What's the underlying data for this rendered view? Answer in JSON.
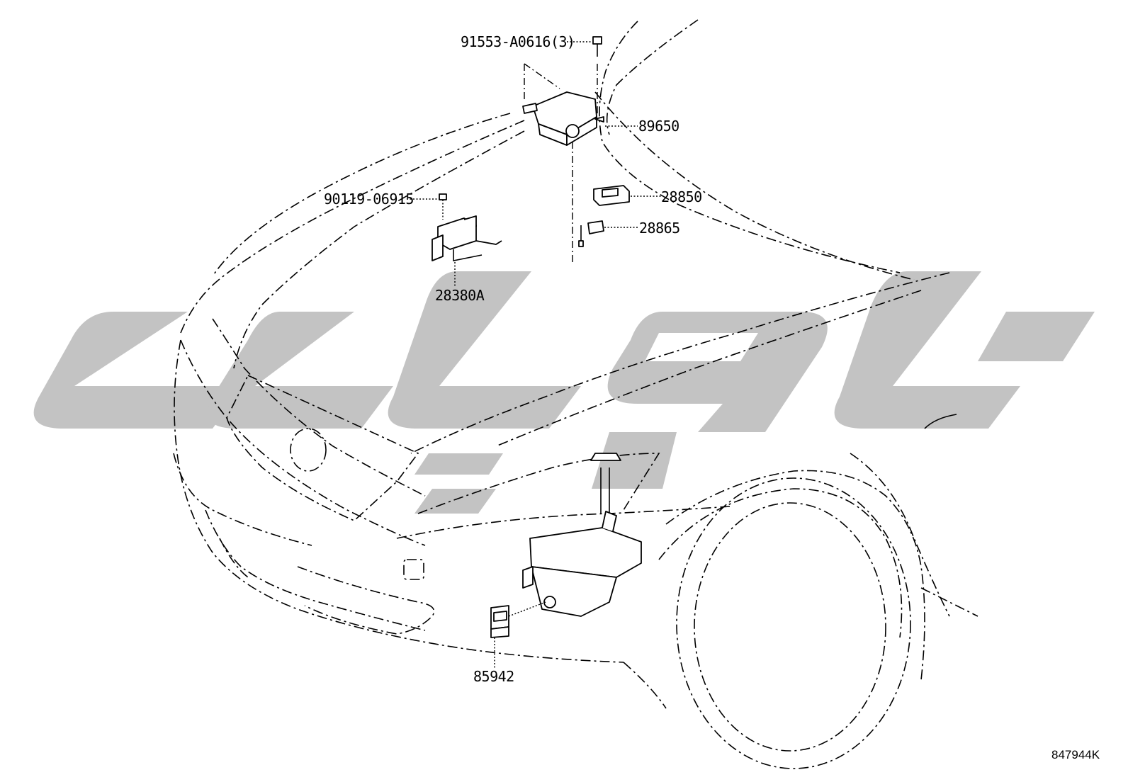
{
  "diagram_code": "847944K",
  "callouts": [
    {
      "id": "c1",
      "part_number": "91553-A0616(3)"
    },
    {
      "id": "c2",
      "part_number": "89650"
    },
    {
      "id": "c3",
      "part_number": "90119-06915"
    },
    {
      "id": "c4",
      "part_number": "28850"
    },
    {
      "id": "c5",
      "part_number": "28865"
    },
    {
      "id": "c6",
      "part_number": "28380A"
    },
    {
      "id": "c7",
      "part_number": "85942"
    }
  ],
  "watermark": {
    "color": "#c3c3c3"
  },
  "colors": {
    "line": "#000000",
    "background": "#ffffff"
  }
}
